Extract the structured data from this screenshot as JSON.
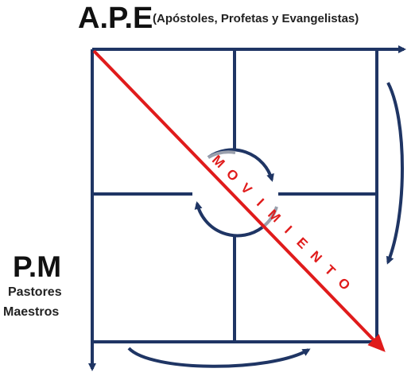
{
  "header": {
    "title": "A.P.E",
    "subtitle": "(Apóstoles, Profetas y Evangelistas)"
  },
  "side": {
    "title": "P.M",
    "line1": "Pastores",
    "line2": "Maestros"
  },
  "diagonal": {
    "label": "MOVIMIENTO",
    "letters": [
      "M",
      "O",
      "V",
      "I",
      "M",
      "I",
      "E",
      "N",
      "T",
      "O"
    ]
  },
  "colors": {
    "grid": "#1f3564",
    "diagonal": "#e01b1b",
    "circle_accent": "#9aa0ad",
    "text": "#111111"
  }
}
